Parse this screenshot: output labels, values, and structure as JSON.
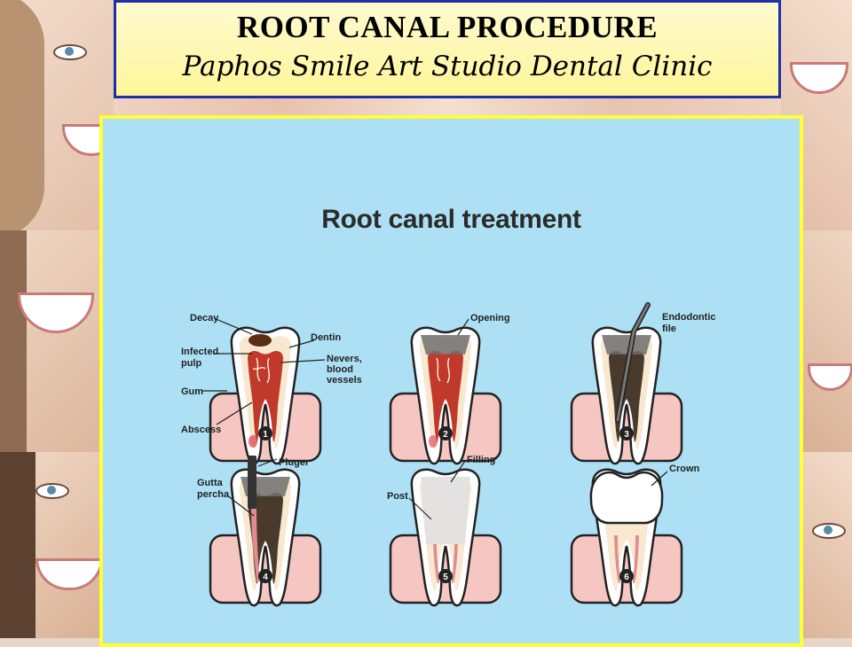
{
  "header": {
    "title": "ROOT CANAL PROCEDURE",
    "subtitle": "Paphos Smile Art Studio Dental Clinic"
  },
  "diagram": {
    "title": "Root canal treatment",
    "steps": [
      {
        "number": "1",
        "labels": {
          "decay": "Decay",
          "infected_pulp_1": "Infected",
          "infected_pulp_2": "pulp",
          "gum": "Gum",
          "abscess": "Abscess",
          "dentin": "Dentin",
          "nerves_1": "Nevers,",
          "nerves_2": "blood",
          "nerves_3": "vessels"
        }
      },
      {
        "number": "2",
        "labels": {
          "opening": "Opening"
        }
      },
      {
        "number": "3",
        "labels": {
          "file_1": "Endodontic",
          "file_2": "file"
        }
      },
      {
        "number": "4",
        "labels": {
          "pluger": "Pluger",
          "gutta_1": "Gutta",
          "gutta_2": "percha"
        }
      },
      {
        "number": "5",
        "labels": {
          "filling": "Filling",
          "post": "Post"
        }
      },
      {
        "number": "6",
        "labels": {
          "crown": "Crown"
        }
      }
    ]
  },
  "colors": {
    "header_border": "#1f2fa8",
    "header_bg": "#fff59a",
    "panel_bg": "#ade0f5",
    "panel_border": "#ffff33",
    "gum": "#f6c6c3",
    "pulp": "#c0392b",
    "filling": "#4a3a2c"
  }
}
